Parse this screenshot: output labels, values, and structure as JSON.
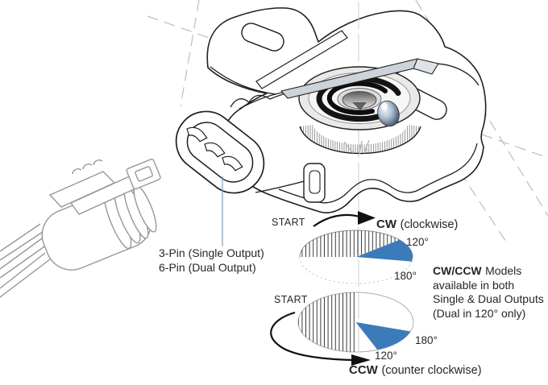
{
  "labels": {
    "pin3": "3-Pin (Single Output)",
    "pin6": "6-Pin (Dual Output)"
  },
  "cw_diagram": {
    "start": "START",
    "direction": "CW",
    "direction_suffix": "(clockwise)",
    "angle_mid": "120°",
    "angle_end": "180°"
  },
  "ccw_diagram": {
    "start": "START",
    "direction": "CCW",
    "direction_suffix": "(counter clockwise)",
    "angle_mid": "120°",
    "angle_end": "180°"
  },
  "note": {
    "bold": "CW/CCW",
    "line1_rest": "Models",
    "line2": "available in both",
    "line3": "Single & Dual Outputs",
    "line4": "(Dual in 120° only)"
  },
  "illustration": {
    "sensor": "rotary-position-sensor-isometric-line-drawing",
    "plug": "3-wire-mating-connector-line-drawing"
  },
  "colors": {
    "sweep_blue": "#3b7bba",
    "leader_blue": "#8fa4b8",
    "centerline": "#bdbdbd",
    "plug_gray": "#979797",
    "ink": "#1f1f1f"
  }
}
